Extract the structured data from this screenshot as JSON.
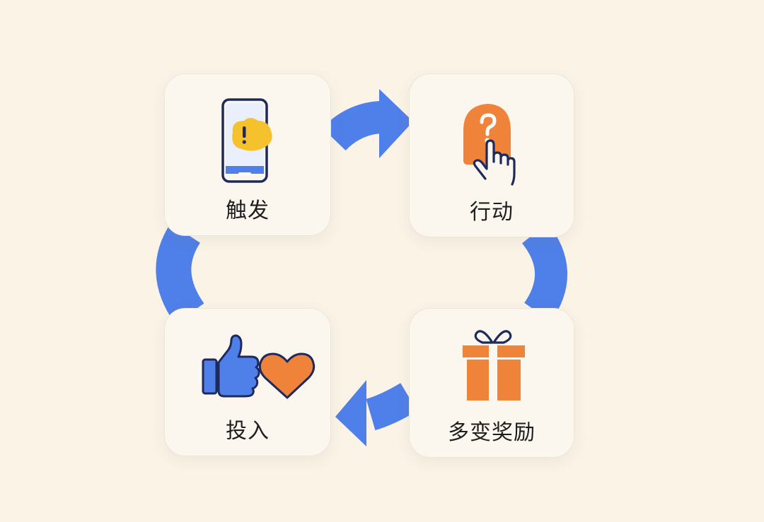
{
  "colors": {
    "background": "#faf3e6",
    "arrow": "#4f7fe8",
    "orange": "#f0833a",
    "yellow": "#f5c12d",
    "navy": "#1f2a5c",
    "blue": "#4f7fe8"
  },
  "steps": [
    {
      "label": "触发",
      "icon": "phone-alert-icon"
    },
    {
      "label": "行动",
      "icon": "tap-question-icon"
    },
    {
      "label": "多变奖励",
      "icon": "gift-icon"
    },
    {
      "label": "投入",
      "icon": "thumbs-up-heart-icon"
    }
  ]
}
